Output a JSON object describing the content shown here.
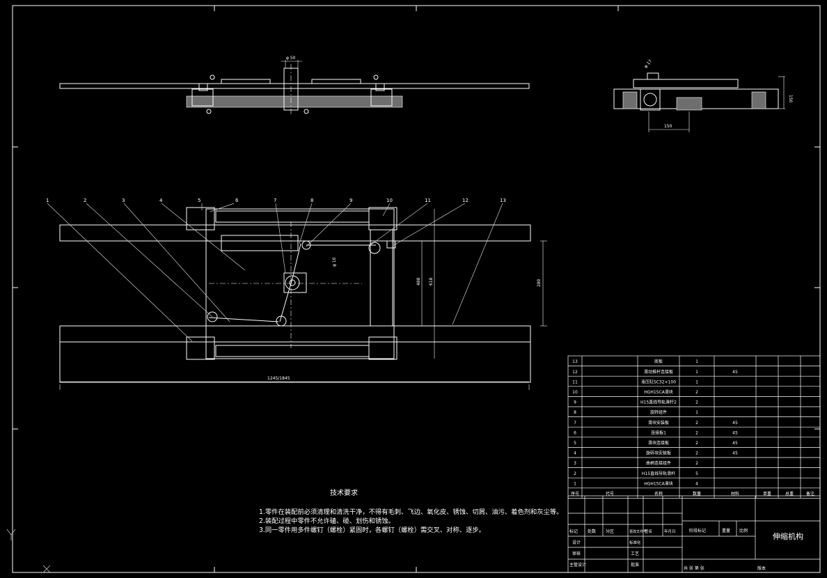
{
  "views": {
    "front": {
      "dim_top": "φ 50"
    },
    "side": {
      "dim_angle": "φ 17",
      "dim_height": "150",
      "dim_width": "150"
    },
    "plan": {
      "balloons": [
        "1",
        "2",
        "3",
        "4",
        "5",
        "6",
        "7",
        "8",
        "9",
        "10",
        "11",
        "12",
        "13"
      ],
      "dim_overall": "1245/1845",
      "dim_h1": "488",
      "dim_h2": "618",
      "dim_h3": "280",
      "dim_small": "φ 10"
    }
  },
  "tech": {
    "title": "技术要求",
    "lines": [
      "1.零件在装配前必须清理和清洗干净，不得有毛刺、飞边、氧化皮、锈蚀、切屑、油污、着色剂和灰尘等。",
      "2.装配过程中零件不允许磕、碰、划伤和锈蚀。",
      "3.同一零件用多件螺钉（螺栓）紧固时，各螺钉（螺栓）需交叉、对称、逐步。"
    ]
  },
  "bom": {
    "rows": [
      {
        "no": "13",
        "name": "底板",
        "qty": "1",
        "mat": ""
      },
      {
        "no": "12",
        "name": "滑动推杆连接板",
        "qty": "1",
        "mat": "45"
      },
      {
        "no": "11",
        "name": "液压缸SC32×100",
        "qty": "1",
        "mat": ""
      },
      {
        "no": "10",
        "name": "HGH15CA滑块",
        "qty": "2",
        "mat": ""
      },
      {
        "no": "9",
        "name": "H15直线导轨滑杆2",
        "qty": "2",
        "mat": ""
      },
      {
        "no": "8",
        "name": "旋转组件",
        "qty": "1",
        "mat": ""
      },
      {
        "no": "7",
        "name": "滑块安装板",
        "qty": "2",
        "mat": "45"
      },
      {
        "no": "6",
        "name": "连接板1",
        "qty": "2",
        "mat": "45"
      },
      {
        "no": "5",
        "name": "滑块连接板",
        "qty": "2",
        "mat": "45"
      },
      {
        "no": "4",
        "name": "旋转块安装板",
        "qty": "2",
        "mat": "45"
      },
      {
        "no": "3",
        "name": "曲柄连接组件",
        "qty": "2",
        "mat": ""
      },
      {
        "no": "2",
        "name": "H15直线导轨滑杆",
        "qty": "5",
        "mat": ""
      },
      {
        "no": "1",
        "name": "HGH15CA滑块",
        "qty": "4",
        "mat": ""
      }
    ],
    "header": {
      "no": "序号",
      "code": "代号",
      "name": "名称",
      "qty": "数量",
      "mat": "材料",
      "single": "单重",
      "total": "总重",
      "note": "备注"
    }
  },
  "title_block": {
    "drawing_name": "伸缩机构",
    "row_revision": [
      "标记",
      "处数",
      "分区",
      "更改文件号",
      "签名",
      "年月日"
    ],
    "stage_labels": [
      "阶段标记",
      "重量",
      "比例"
    ],
    "designer": "设计",
    "standard": "标准化",
    "checker": "审核",
    "process": "工艺",
    "approver": "主管设计",
    "approve": "批准",
    "sheet": "共 张 第 张",
    "version": "版本"
  }
}
